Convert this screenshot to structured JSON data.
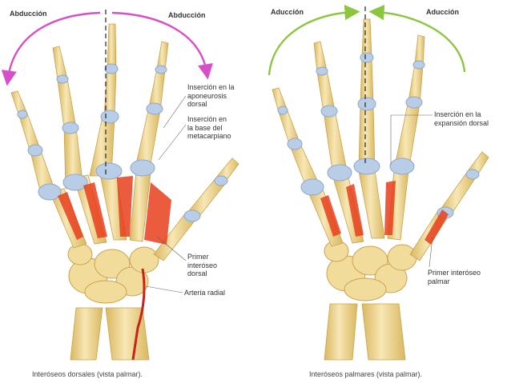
{
  "left_panel": {
    "arrow_left_label": "Abducción",
    "arrow_right_label": "Abducción",
    "label_aponeurosis": [
      "Inserción en la",
      "aponeurosis",
      "dorsal"
    ],
    "label_metacarpal": [
      "Inserción en",
      "la base del",
      "metacarpiano"
    ],
    "label_first_interosseous": [
      "Primer",
      "interóseo",
      "dorsal"
    ],
    "label_radial_artery": "Arteria radial",
    "caption": "Interóseos dorsales (vista palmar).",
    "arrow_color": "#d64fc8",
    "muscle_color": "#e8401c"
  },
  "right_panel": {
    "arrow_left_label": "Aducción",
    "arrow_right_label": "Aducción",
    "label_expansion": [
      "Inserción en la",
      "expansión dorsal"
    ],
    "label_first_palmar": [
      "Primer interóseo",
      "palmar"
    ],
    "caption": "Interóseos palmares (vista palmar).",
    "arrow_color": "#8cc63f",
    "muscle_color": "#e8401c"
  },
  "colors": {
    "bone": "#f2dc9c",
    "bone_shade": "#d9b860",
    "cartilage": "#b9cde6",
    "artery": "#c8231a"
  }
}
